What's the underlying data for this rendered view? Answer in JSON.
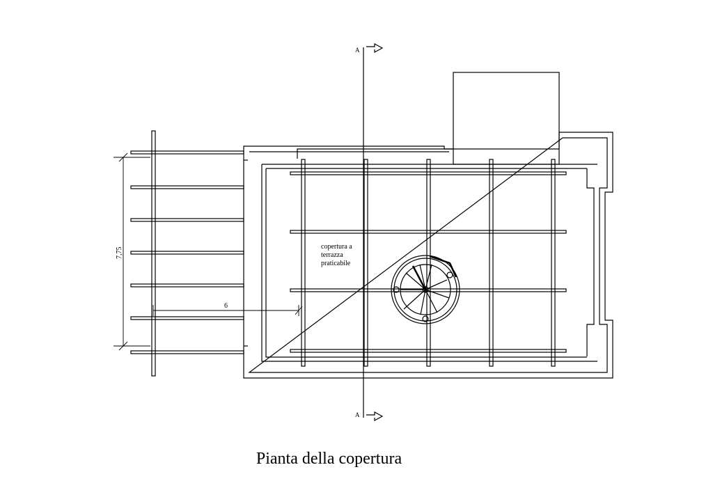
{
  "caption": "Pianta della copertura",
  "section_marker_top": "A",
  "section_marker_bottom": "A",
  "note_lines": [
    "copertura a",
    "terrazza",
    "praticabile"
  ],
  "dim_vertical": "7,75",
  "dim_horizontal": "6",
  "colors": {
    "ink": "#000000",
    "paper": "#ffffff"
  }
}
